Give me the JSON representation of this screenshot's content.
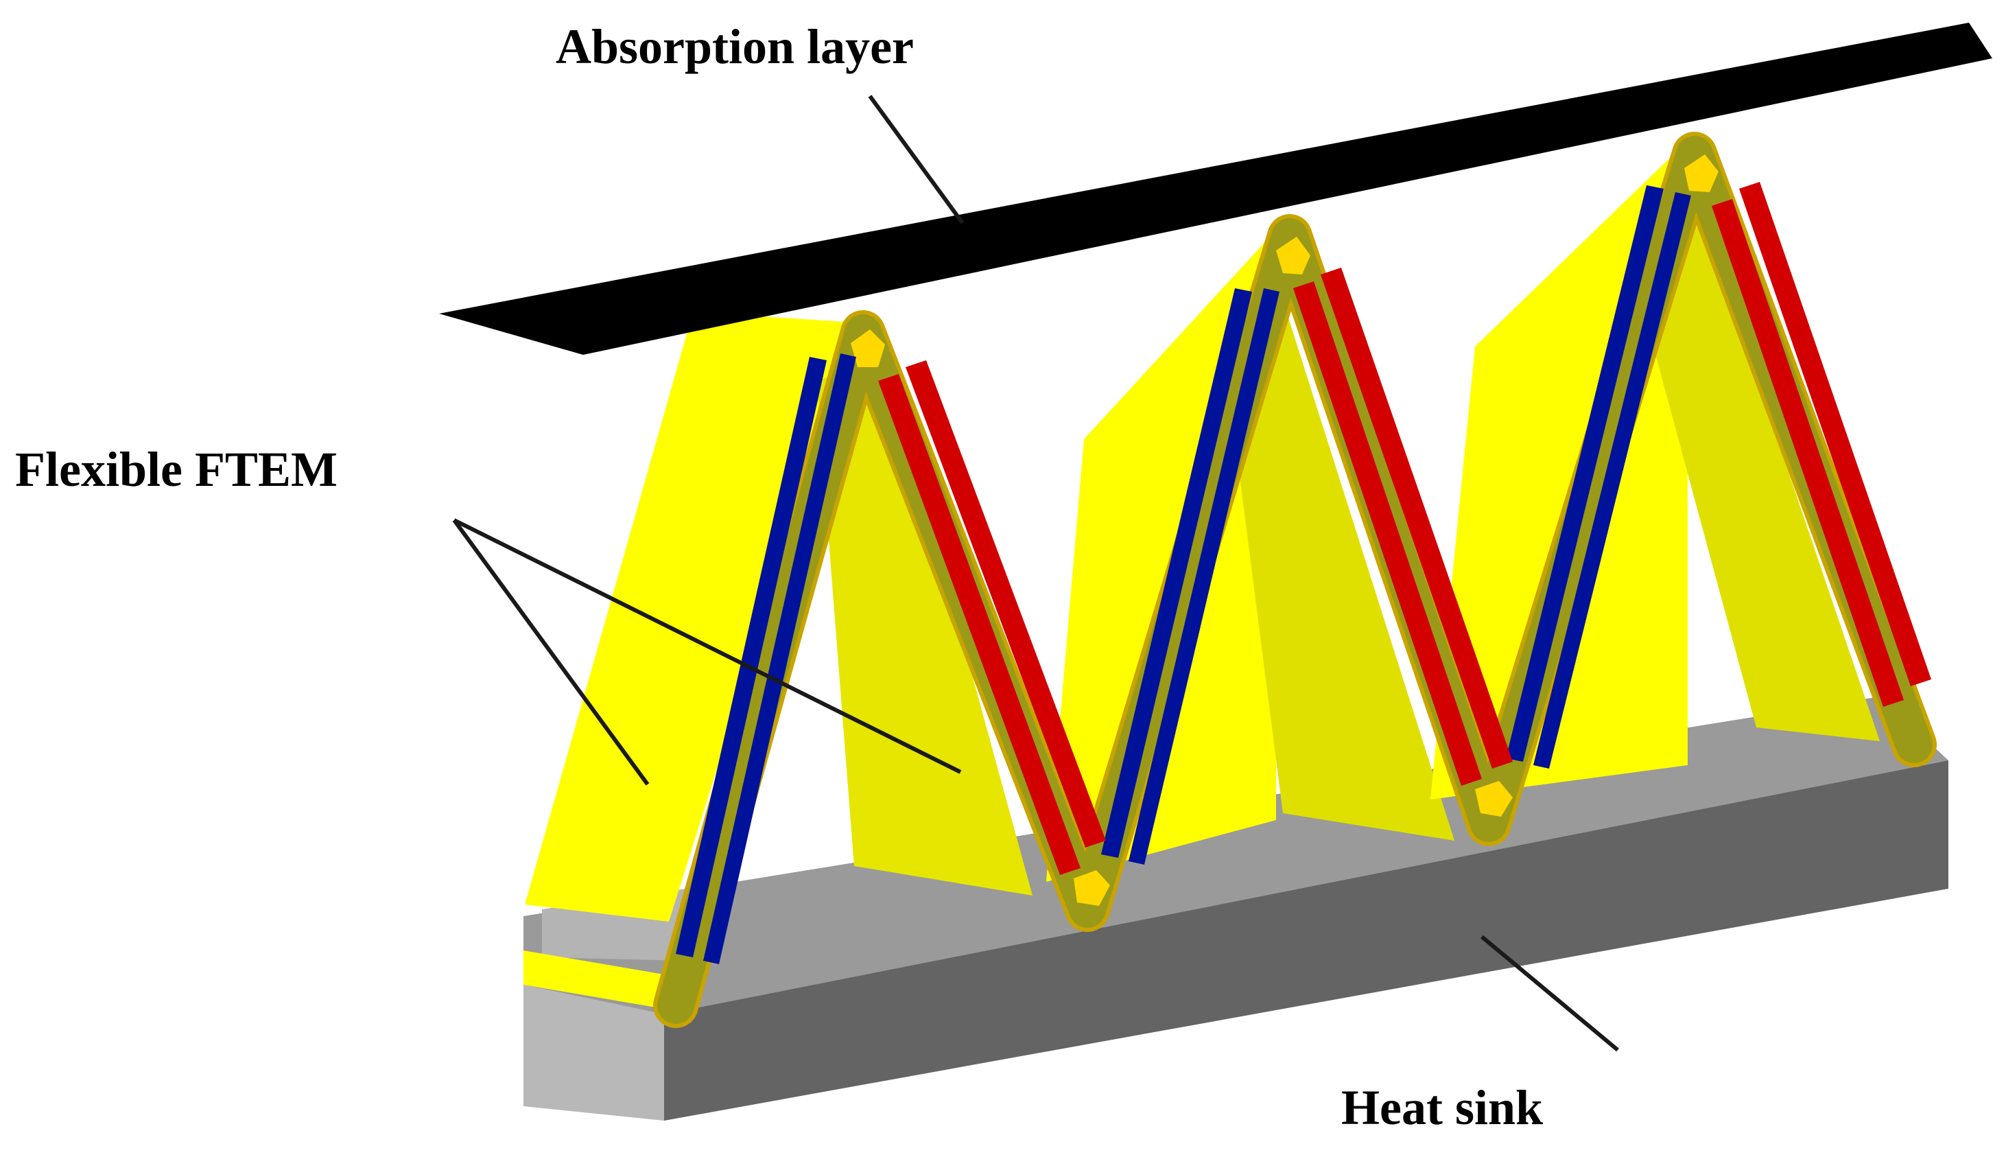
{
  "labels": {
    "absorption_layer": "Absorption layer",
    "flexible_ftem": "Flexible FTEM",
    "heat_sink": "Heat sink"
  },
  "colors": {
    "absorption_layer": "#000000",
    "substrate_yellow": "#ffff00",
    "substrate_yellow_shadow": "#d9d900",
    "olive_coating": "#9a9a18",
    "olive_edge": "#c8a400",
    "n_leg_blue": "#00129a",
    "p_leg_red": "#d20000",
    "heat_sink_top": "#9a9a9a",
    "heat_sink_front": "#646464",
    "heat_sink_side": "#b8b8b8",
    "leader_line": "#1a1a1a"
  }
}
